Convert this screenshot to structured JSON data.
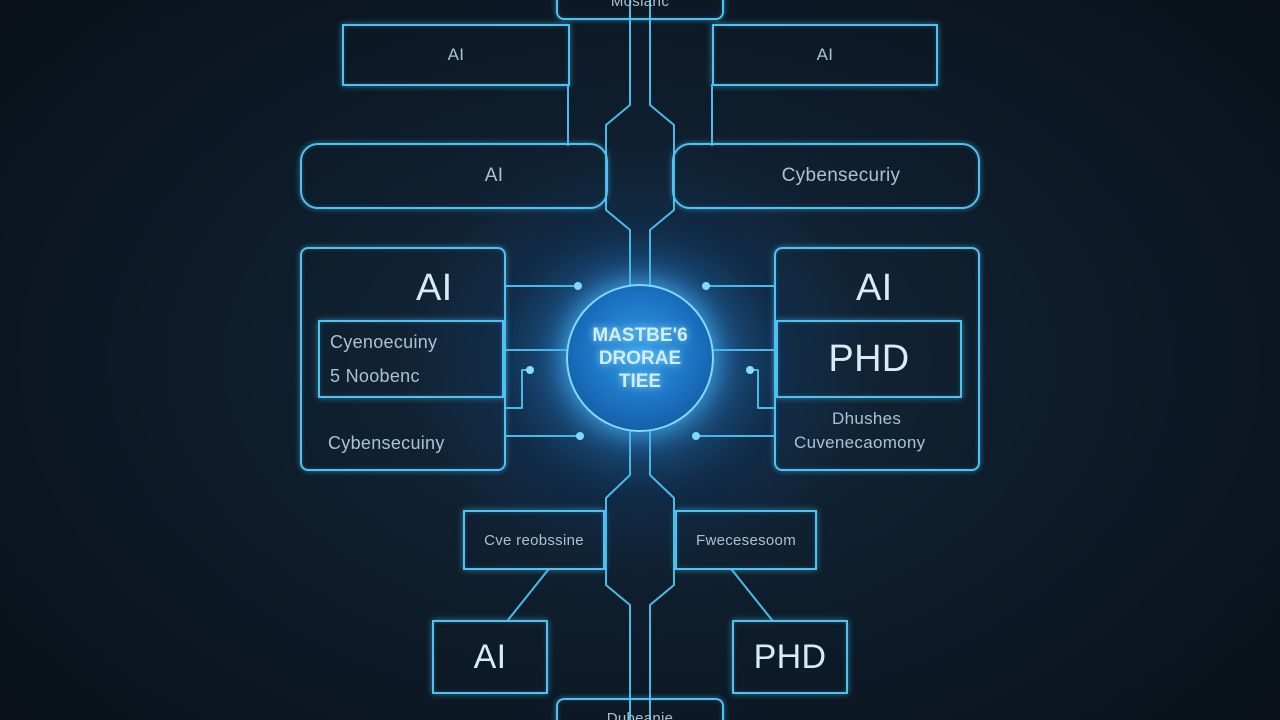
{
  "center": {
    "line1": "MASTBE'6",
    "line2": "DRORAE",
    "line3": "TIEE"
  },
  "top_stub": {
    "label": "Mosiaric"
  },
  "bottom_stub": {
    "label": "Dubeanie"
  },
  "row1": {
    "left": "AI",
    "right": "AI"
  },
  "row2": {
    "left": "AI",
    "right": "Cybensecuriy"
  },
  "left_panel": {
    "title": "AI",
    "inner_line1": "Cyenoecuiny",
    "inner_line2": "5 Noobenc",
    "footer": "Cybensecuiny"
  },
  "right_panel": {
    "title": "AI",
    "inner": "PHD",
    "footer_line1": "Dhushes",
    "footer_line2": "Cuvenecaomony"
  },
  "mid_boxes": {
    "left": "Cve reobssine",
    "right": "Fwecesesoom"
  },
  "bottom_boxes": {
    "left": "AI",
    "right": "PHD"
  },
  "colors": {
    "background": "#0b1520",
    "line": "#4ec3f2",
    "glow": "#2e9be4",
    "text": "#a9c2d4",
    "text_bright": "#d8ecf8"
  }
}
